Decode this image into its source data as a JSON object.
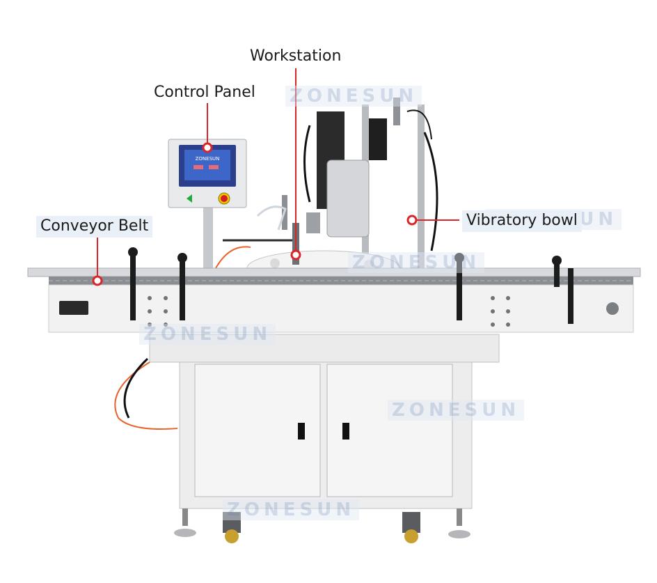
{
  "labels": {
    "workstation": "Workstation",
    "control_panel": "Control Panel",
    "conveyor_belt": "Conveyor Belt",
    "vibratory_bowl": "Vibratory bowl"
  },
  "watermark": "ZONESUN",
  "panel_brand": "ZONESUN",
  "colors": {
    "callout_red": "#d9262b",
    "machine_white": "#f2f2f2",
    "steel": "#c9ccd0",
    "cable_orange": "#e8632c"
  }
}
